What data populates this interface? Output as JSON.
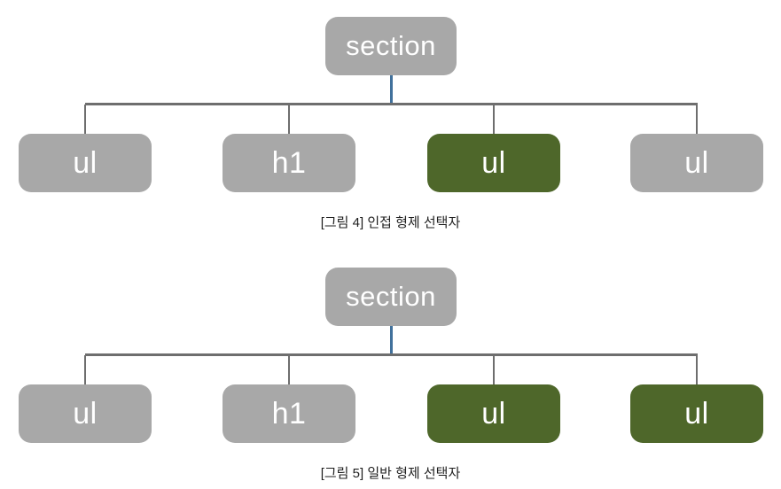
{
  "diagrams": [
    {
      "root": {
        "label": "section",
        "fill": "#a8a8a8"
      },
      "children": [
        {
          "label": "ul",
          "fill": "#a8a8a8"
        },
        {
          "label": "h1",
          "fill": "#a8a8a8"
        },
        {
          "label": "ul",
          "fill": "#4e672a"
        },
        {
          "label": "ul",
          "fill": "#a8a8a8"
        }
      ],
      "caption": "[그림 4] 인접 형제 선택자"
    },
    {
      "root": {
        "label": "section",
        "fill": "#a8a8a8"
      },
      "children": [
        {
          "label": "ul",
          "fill": "#a8a8a8"
        },
        {
          "label": "h1",
          "fill": "#a8a8a8"
        },
        {
          "label": "ul",
          "fill": "#4e672a"
        },
        {
          "label": "ul",
          "fill": "#4e672a"
        }
      ],
      "caption": "[그림 5] 일반 형제 선택자"
    }
  ],
  "colors": {
    "node_gray": "#a8a8a8",
    "node_green": "#4e672a",
    "connector_gray": "#6e6e6e",
    "connector_blue": "#41719c",
    "node_text": "#ffffff",
    "caption_text": "#1f1f1f",
    "background": "#ffffff"
  }
}
